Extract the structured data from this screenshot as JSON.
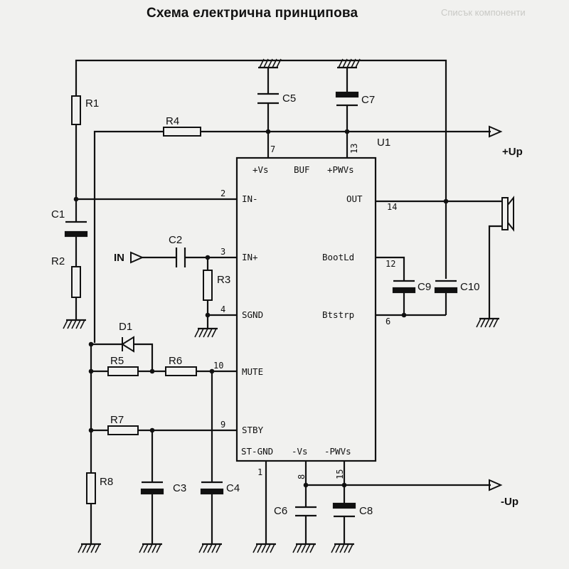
{
  "title": "Схема електрична принципова",
  "faded_header": "Списък компоненти",
  "components": {
    "R1": "R1",
    "R2": "R2",
    "R3": "R3",
    "R4": "R4",
    "R5": "R5",
    "R6": "R6",
    "R7": "R7",
    "R8": "R8",
    "C1": "C1",
    "C2": "C2",
    "C3": "C3",
    "C4": "C4",
    "C5": "C5",
    "C6": "C6",
    "C7": "C7",
    "C8": "C8",
    "C9": "C9",
    "C10": "C10",
    "D1": "D1",
    "U1": "U1"
  },
  "ic_pins": {
    "vs": "+Vs",
    "buf": "BUF",
    "pwvs": "+PWVs",
    "in_minus": "IN-",
    "out": "OUT",
    "in_plus": "IN+",
    "sgnd": "SGND",
    "bootld": "BootLd",
    "btstrp": "Btstrp",
    "mute": "MUTE",
    "stby": "STBY",
    "st_gnd": "ST-GND",
    "minus_vs": "-Vs",
    "minus_pwvs": "-PWVs"
  },
  "pin_numbers": {
    "p7": "7",
    "p13": "13",
    "p2": "2",
    "p14": "14",
    "p3": "3",
    "p4": "4",
    "p12": "12",
    "p6": "6",
    "p10": "10",
    "p9": "9",
    "p1": "1",
    "p8": "8",
    "p15": "15"
  },
  "signals": {
    "input": "IN",
    "plus_up": "+Up",
    "minus_up": "-Up"
  }
}
